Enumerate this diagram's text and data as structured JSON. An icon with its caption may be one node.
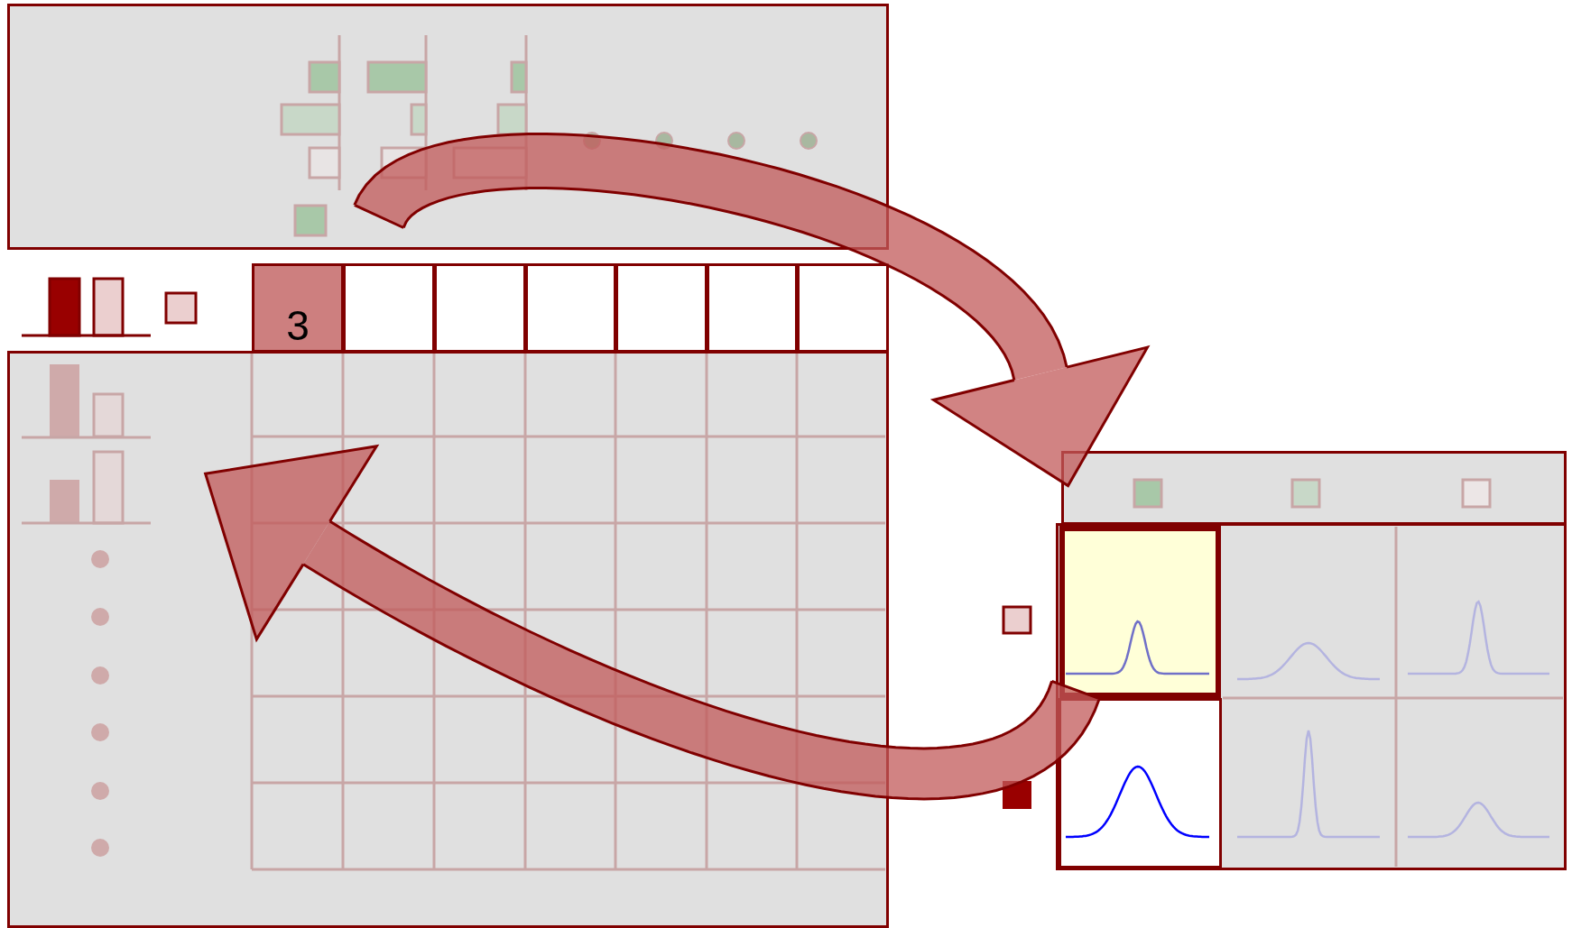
{
  "diagram": {
    "nodes": [
      {
        "text": [],
        "shape": "box"
      },
      {
        "text": [
          "3"
        ]
      },
      {
        "text": [],
        "shape": "box"
      },
      {
        "text": [],
        "shape": "box"
      },
      {
        "text": [],
        "shape": "box"
      },
      {
        "text": [],
        "shape": "box"
      },
      {
        "text": [],
        "shape": "box"
      },
      {
        "text": [],
        "shape": "box"
      },
      {
        "text": [],
        "shape": "box"
      },
      {
        "text": [],
        "shape": "box"
      },
      {
        "text": [],
        "shape": "box"
      },
      {
        "text": [],
        "shape": "box",
        "in": 10
      }
    ],
    "edges": [
      {
        "from": 0,
        "to": 9,
        "arrow": "to"
      },
      {
        "from": 11,
        "to": 8,
        "arrow": "to"
      }
    ]
  }
}
